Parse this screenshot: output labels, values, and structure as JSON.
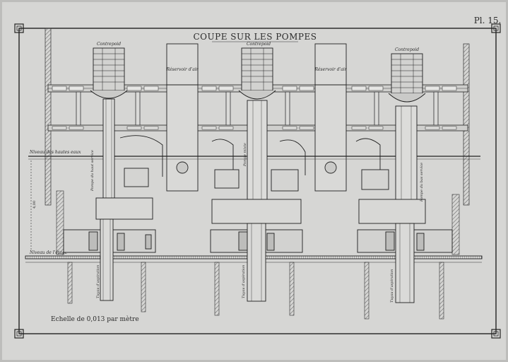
{
  "plate": {
    "title": "COUPE SUR LES POMPES",
    "number": "Pl. 15.",
    "scale": "Echelle de 0,013 par mètre"
  },
  "labels": {
    "counterweight": "Contrepoid",
    "air_reservoir": "Réservoir d'air",
    "high_water": "Niveau des hautes eaux",
    "floor_level": "Niveau de l'étage",
    "suction_pipe": "Tuyau d'aspiration",
    "pump_high_service": "Pompe du haut service",
    "pump_low_service": "Pompe du bas service",
    "pump_mixed": "Pompe mixte",
    "height_mark": "4,00"
  },
  "colors": {
    "paper": "#d6d6d4",
    "ink": "#1e1e1e",
    "hatch": "#555555"
  }
}
